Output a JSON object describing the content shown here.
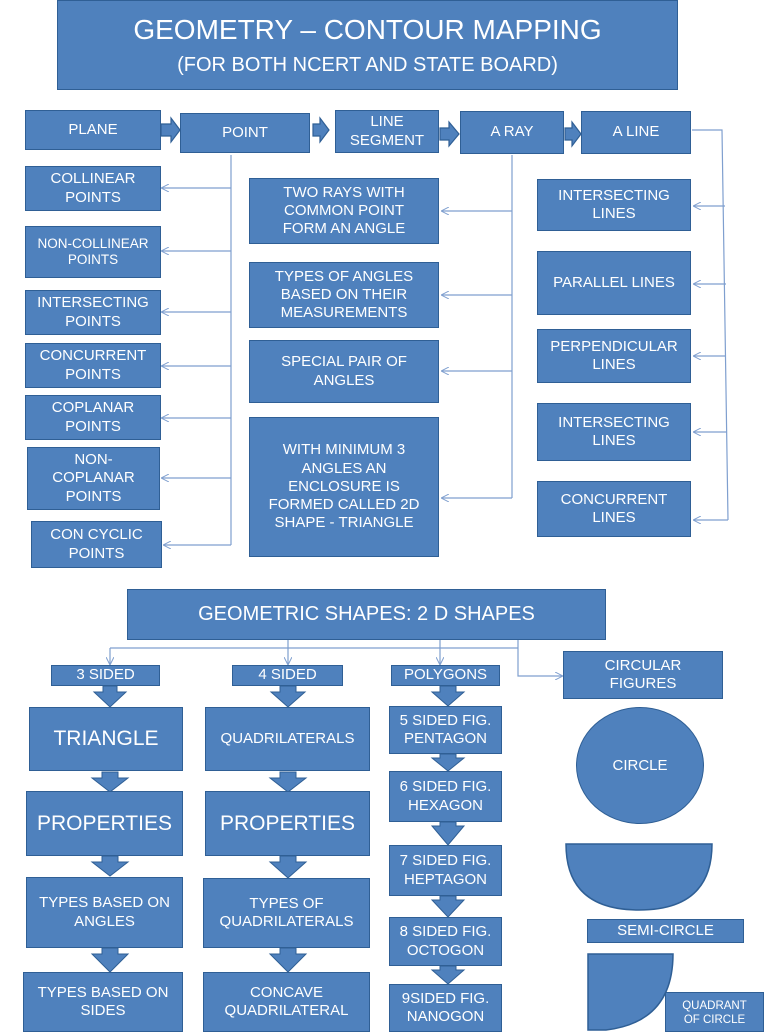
{
  "title": {
    "main": "GEOMETRY – CONTOUR MAPPING",
    "sub": "(FOR BOTH NCERT AND STATE BOARD)"
  },
  "top_row": [
    "PLANE",
    "POINT",
    "LINE\nSEGMENT",
    "A RAY",
    "A LINE"
  ],
  "point_types": [
    "COLLINEAR\nPOINTS",
    "NON-COLLINEAR\nPOINTS",
    "INTERSECTING\nPOINTS",
    "CONCURRENT\nPOINTS",
    "COPLANAR\nPOINTS",
    "NON-\nCOPLANAR\nPOINTS",
    "CON CYCLIC\nPOINTS"
  ],
  "ray_topics": [
    "TWO RAYS WITH\nCOMMON POINT\nFORM AN ANGLE",
    "TYPES OF ANGLES\nBASED ON THEIR\nMEASUREMENTS",
    "SPECIAL PAIR OF\nANGLES",
    "WITH MINIMUM 3\nANGLES AN\nENCLOSURE IS\nFORMED CALLED 2D\nSHAPE - TRIANGLE"
  ],
  "line_types": [
    "INTERSECTING\nLINES",
    "PARALLEL LINES",
    "PERPENDICULAR\nLINES",
    "INTERSECTING\nLINES",
    "CONCURRENT\nLINES"
  ],
  "shapes_title": "GEOMETRIC SHAPES: 2 D SHAPES",
  "categories": [
    "3 SIDED",
    "4 SIDED",
    "POLYGONS",
    "CIRCULAR\nFIGURES"
  ],
  "three_sided": [
    "TRIANGLE",
    "PROPERTIES",
    "TYPES BASED ON\nANGLES",
    "TYPES BASED ON\nSIDES"
  ],
  "four_sided": [
    "QUADRILATERALS",
    "PROPERTIES",
    "TYPES OF\nQUADRILATERALS",
    "CONCAVE\nQUADRILATERAL"
  ],
  "polygons": [
    "5 SIDED FIG.\nPENTAGON",
    "6 SIDED FIG.\nHEXAGON",
    "7 SIDED FIG.\nHEPTAGON",
    "8 SIDED FIG.\nOCTOGON",
    "9SIDED FIG.\nNANOGON"
  ],
  "circular": {
    "circle": "CIRCLE",
    "semi": "SEMI-CIRCLE",
    "quadrant": "QUADRANT\nOF CIRCLE"
  },
  "colors": {
    "fill": "#4f81bd",
    "border": "#2f5f95",
    "connector": "#4f81bd"
  }
}
